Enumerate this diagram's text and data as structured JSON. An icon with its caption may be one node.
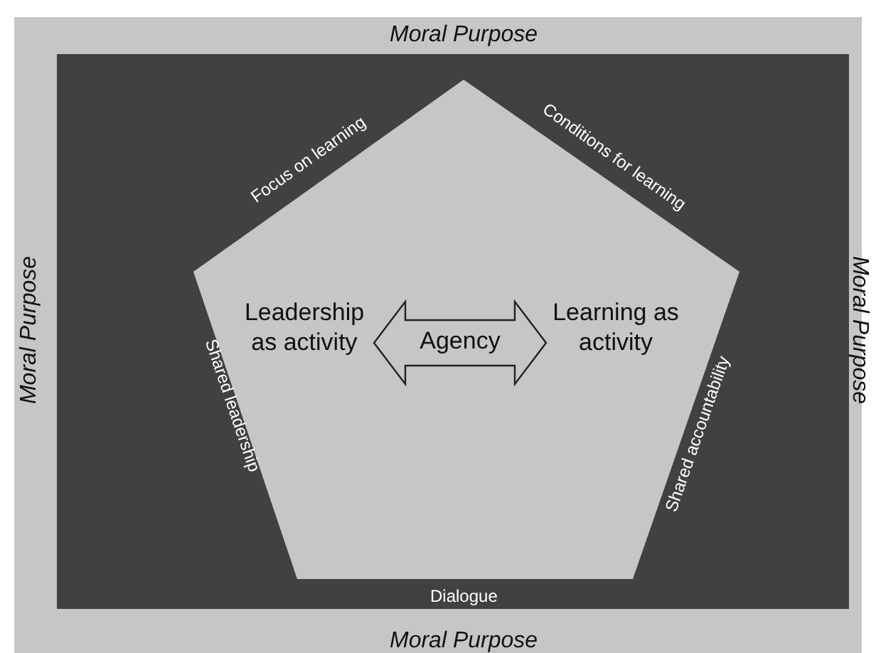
{
  "diagram": {
    "nodes": [
      {
        "text": [],
        "shape": "box"
      },
      {
        "text": [],
        "shape": "pentagon",
        "in": 0
      },
      {
        "text": [
          "Leadership as activity"
        ],
        "in": 1
      },
      {
        "text": [
          "Learning as activity"
        ],
        "in": 1
      }
    ],
    "edges": [
      {
        "from": 2,
        "to": 3,
        "arrow": "both",
        "label": "Agency",
        "style": "thick"
      }
    ],
    "labels": [
      "Moral Purpose",
      "Focus on learning",
      "Conditions for learning",
      "Moral Purpose",
      "Shared leadership",
      "Shared accountability",
      "Moral Purpose",
      "Dialogue",
      "Moral Purpose"
    ]
  }
}
